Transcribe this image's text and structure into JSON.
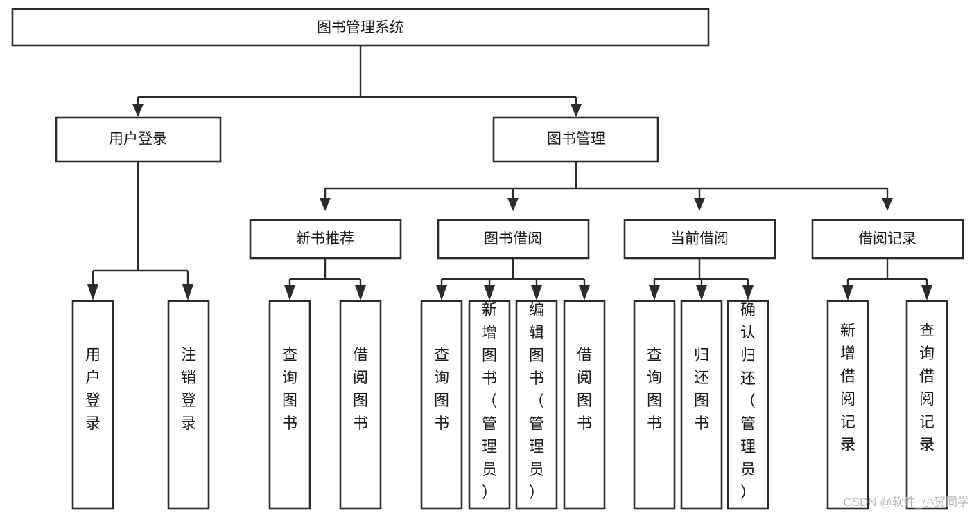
{
  "diagram": {
    "title": "图书管理系统",
    "type": "tree-hierarchy",
    "orientation": "top-down",
    "root": {
      "id": "root",
      "label": "图书管理系统",
      "level": 0,
      "text_orientation": "horizontal"
    },
    "level2": [
      {
        "id": "user-login",
        "label": "用户登录",
        "text_orientation": "horizontal"
      },
      {
        "id": "book-manage",
        "label": "图书管理",
        "text_orientation": "horizontal"
      }
    ],
    "level3": [
      {
        "id": "new-book-recommend",
        "label": "新书推荐",
        "parent": "book-manage",
        "text_orientation": "horizontal"
      },
      {
        "id": "book-borrow",
        "label": "图书借阅",
        "parent": "book-manage",
        "text_orientation": "horizontal"
      },
      {
        "id": "current-borrow",
        "label": "当前借阅",
        "parent": "book-manage",
        "text_orientation": "horizontal"
      },
      {
        "id": "borrow-record",
        "label": "借阅记录",
        "parent": "book-manage",
        "text_orientation": "horizontal"
      }
    ],
    "leaves": [
      {
        "id": "leaf-user-login",
        "parent": "user-login",
        "label": "用户登录",
        "text_orientation": "vertical"
      },
      {
        "id": "leaf-user-logout",
        "parent": "user-login",
        "label": "注销登录",
        "text_orientation": "vertical"
      },
      {
        "id": "leaf-rec-query-book",
        "parent": "new-book-recommend",
        "label": "查询图书",
        "text_orientation": "vertical"
      },
      {
        "id": "leaf-rec-borrow-book",
        "parent": "new-book-recommend",
        "label": "借阅图书",
        "text_orientation": "vertical"
      },
      {
        "id": "leaf-borrow-query-book",
        "parent": "book-borrow",
        "label": "查询图书",
        "text_orientation": "vertical"
      },
      {
        "id": "leaf-borrow-add-book",
        "parent": "book-borrow",
        "label": "新增图书（管理员）",
        "text_orientation": "vertical"
      },
      {
        "id": "leaf-borrow-edit-book",
        "parent": "book-borrow",
        "label": "编辑图书（管理员）",
        "text_orientation": "vertical"
      },
      {
        "id": "leaf-borrow-borrow-book",
        "parent": "book-borrow",
        "label": "借阅图书",
        "text_orientation": "vertical"
      },
      {
        "id": "leaf-cur-query-book",
        "parent": "current-borrow",
        "label": "查询图书",
        "text_orientation": "vertical"
      },
      {
        "id": "leaf-cur-return-book",
        "parent": "current-borrow",
        "label": "归还图书",
        "text_orientation": "vertical"
      },
      {
        "id": "leaf-cur-confirm-return",
        "parent": "current-borrow",
        "label": "确认归还（管理员）",
        "text_orientation": "vertical"
      },
      {
        "id": "leaf-rec-add-record",
        "parent": "borrow-record",
        "label": "新增借阅记录",
        "text_orientation": "vertical"
      },
      {
        "id": "leaf-rec-query-record",
        "parent": "borrow-record",
        "label": "查询借阅记录",
        "text_orientation": "vertical"
      }
    ]
  },
  "watermark": {
    "text": "CSDN @软件_小贺同学"
  },
  "colors": {
    "box_stroke": "#2b2b2b",
    "box_fill": "#ffffff",
    "line": "#2b2b2b",
    "text": "#1a1a1a",
    "watermark": "#b9b9b9",
    "background": "#ffffff"
  }
}
